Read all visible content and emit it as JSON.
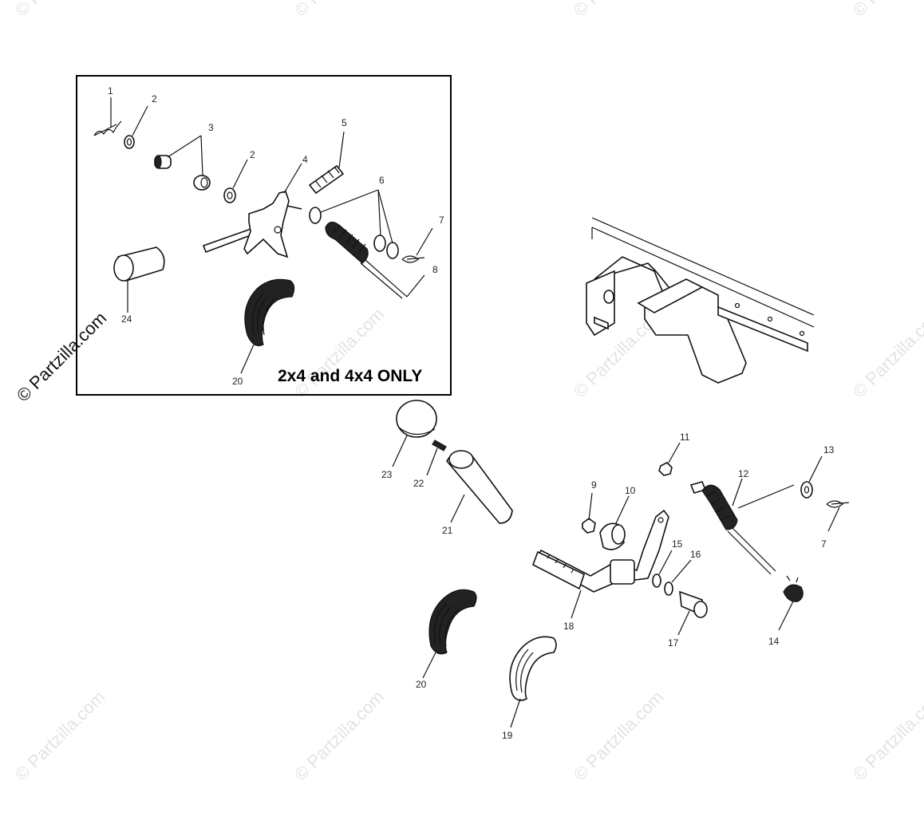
{
  "watermark": {
    "text": "© Partzilla.com"
  },
  "inset": {
    "note": "2x4 and 4x4 ONLY"
  },
  "callouts": {
    "c1": "1",
    "c2a": "2",
    "c2b": "2",
    "c3": "3",
    "c4": "4",
    "c5": "5",
    "c6": "6",
    "c7a": "7",
    "c8": "8",
    "c24": "24",
    "c20a": "20",
    "c23": "23",
    "c22": "22",
    "c21": "21",
    "c11": "11",
    "c9": "9",
    "c10": "10",
    "c12": "12",
    "c13": "13",
    "c7b": "7",
    "c15": "15",
    "c16": "16",
    "c18": "18",
    "c17": "17",
    "c14": "14",
    "c20b": "20",
    "c19": "19"
  }
}
